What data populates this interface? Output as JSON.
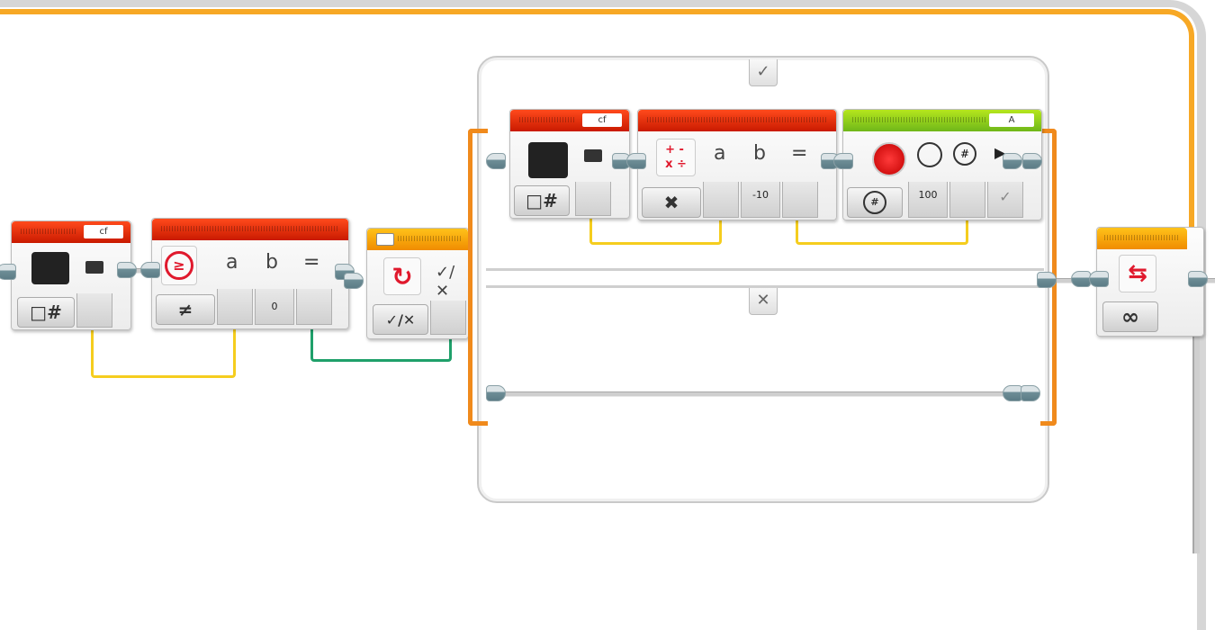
{
  "canvas": {
    "colors": {
      "loop_wire": "#f7a825",
      "switch_bracket": "#f08a1c",
      "data_wire_numeric": "#f5cd1e",
      "data_wire_logic": "#1fa06a",
      "action_block_header": "#6fb71a",
      "data_block_header": "#d42a00",
      "flow_block_header": "#f5a300"
    }
  },
  "blocks": {
    "variable_read_1": {
      "type": "variable",
      "name_tag": "cf",
      "icon": "briefcase-icon",
      "mode_icon": "read-numeric-icon",
      "mode_label": "□#"
    },
    "compare_1": {
      "type": "compare",
      "icon": "compare-icon",
      "mode_label": "≠",
      "input_a_label": "a",
      "input_b_label": "b",
      "output_label": "=",
      "input_a_value": "",
      "input_b_value": "0"
    },
    "switch_1": {
      "type": "switch",
      "icon": "switch-icon",
      "mode_label": "✓/✕",
      "input_label": "✓/✕",
      "case_true_label": "✓",
      "case_false_label": "✕"
    },
    "variable_read_2": {
      "type": "variable",
      "name_tag": "cf",
      "icon": "briefcase-icon",
      "mode_icon": "read-numeric-icon",
      "mode_label": "□#"
    },
    "math_1": {
      "type": "math",
      "icon": "math-icon",
      "icon_glyph": "+ -\nx ÷",
      "mode_label": "✖",
      "input_a_label": "a",
      "input_b_label": "b",
      "output_label": "=",
      "input_a_value": "",
      "input_b_value": "-10"
    },
    "motor_1": {
      "type": "medium-motor",
      "port_tag": "A",
      "icon": "motor-icon",
      "mode_icon": "rotations-icon",
      "power_icon": "speedometer-icon",
      "rotations_icon": "rotations-icon",
      "brake_icon": "brake-icon",
      "power_value": "100",
      "rotations_value": "",
      "brake_value": "✓"
    },
    "loop_1": {
      "type": "loop",
      "icon": "loop-icon",
      "mode_label": "∞"
    }
  }
}
